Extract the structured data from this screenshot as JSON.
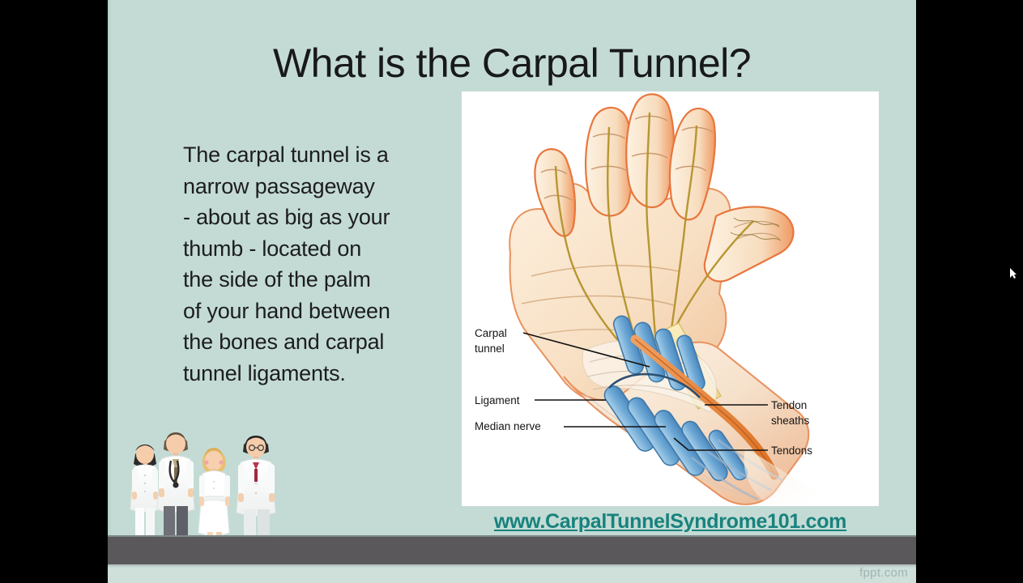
{
  "slide": {
    "title": "What is the Carpal Tunnel?",
    "background_color": "#c4dbd5",
    "body_paragraph": "The carpal tunnel is a narrow passageway - about as big as your thumb - located on the side of the palm of your hand between the bones and carpal tunnel ligaments.",
    "body_lines": [
      "The carpal tunnel is a",
      "narrow passageway",
      "- about as big as your",
      "thumb - located on",
      "the side of the palm",
      "of your hand between",
      "the bones and carpal",
      "tunnel ligaments."
    ],
    "url": "www.CarpalTunnelSyndrome101.com",
    "url_color": "#18827d",
    "watermark": "fppt.com"
  },
  "diagram": {
    "alt": "anatomical illustration of a human hand and wrist showing the carpal tunnel",
    "labels": {
      "carpal_tunnel_line1": "Carpal",
      "carpal_tunnel_line2": "tunnel",
      "ligament": "Ligament",
      "median_nerve": "Median nerve",
      "tendon_sheaths_line1": "Tendon",
      "tendon_sheaths_line2": "sheaths",
      "tendons": "Tendons"
    },
    "colors": {
      "skin": "#f6dcc0",
      "skin_edge": "#e8763d",
      "tendon_sheath": "#69a8d4",
      "ligament": "#f5d98a",
      "nerve": "#c9a021",
      "median_nerve": "#e07a2f"
    }
  },
  "illustration": {
    "name": "medical-staff-group",
    "people_count": 4,
    "floor_color": "#5b585c"
  }
}
